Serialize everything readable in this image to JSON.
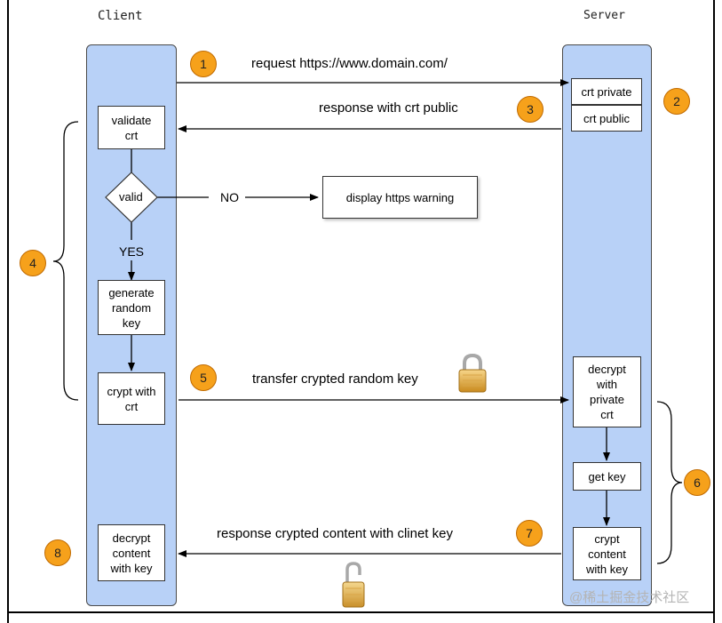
{
  "lanes": {
    "client": "Client",
    "server": "Server"
  },
  "boxes": {
    "validate": "validate\ncrt",
    "valid": "valid",
    "generate": "generate\nrandom\nkey",
    "crypt": "crypt with\ncrt",
    "decrypt_client": "decrypt\ncontent\nwith key",
    "crt_private": "crt private",
    "crt_public": "crt public",
    "decrypt_server": "decrypt\nwith\nprivate\ncrt",
    "get_key": "get key",
    "crypt_content": "crypt\ncontent\nwith key",
    "warning": "display https warning"
  },
  "labels": {
    "request": "request https://www.domain.com/",
    "response_crt": "response with crt public",
    "no": "NO",
    "yes": "YES",
    "transfer": "transfer crypted random key",
    "response_content": "response crypted content with clinet key"
  },
  "steps": [
    "1",
    "2",
    "3",
    "4",
    "5",
    "6",
    "7",
    "8"
  ],
  "watermark": "@稀土掘金技术社区",
  "colors": {
    "lane": "#b8d1f7",
    "badge": "#f6a11b",
    "lock": "#e8b44a"
  },
  "icons": {
    "lock_closed": "lock-closed-icon",
    "lock_open": "lock-open-icon"
  }
}
